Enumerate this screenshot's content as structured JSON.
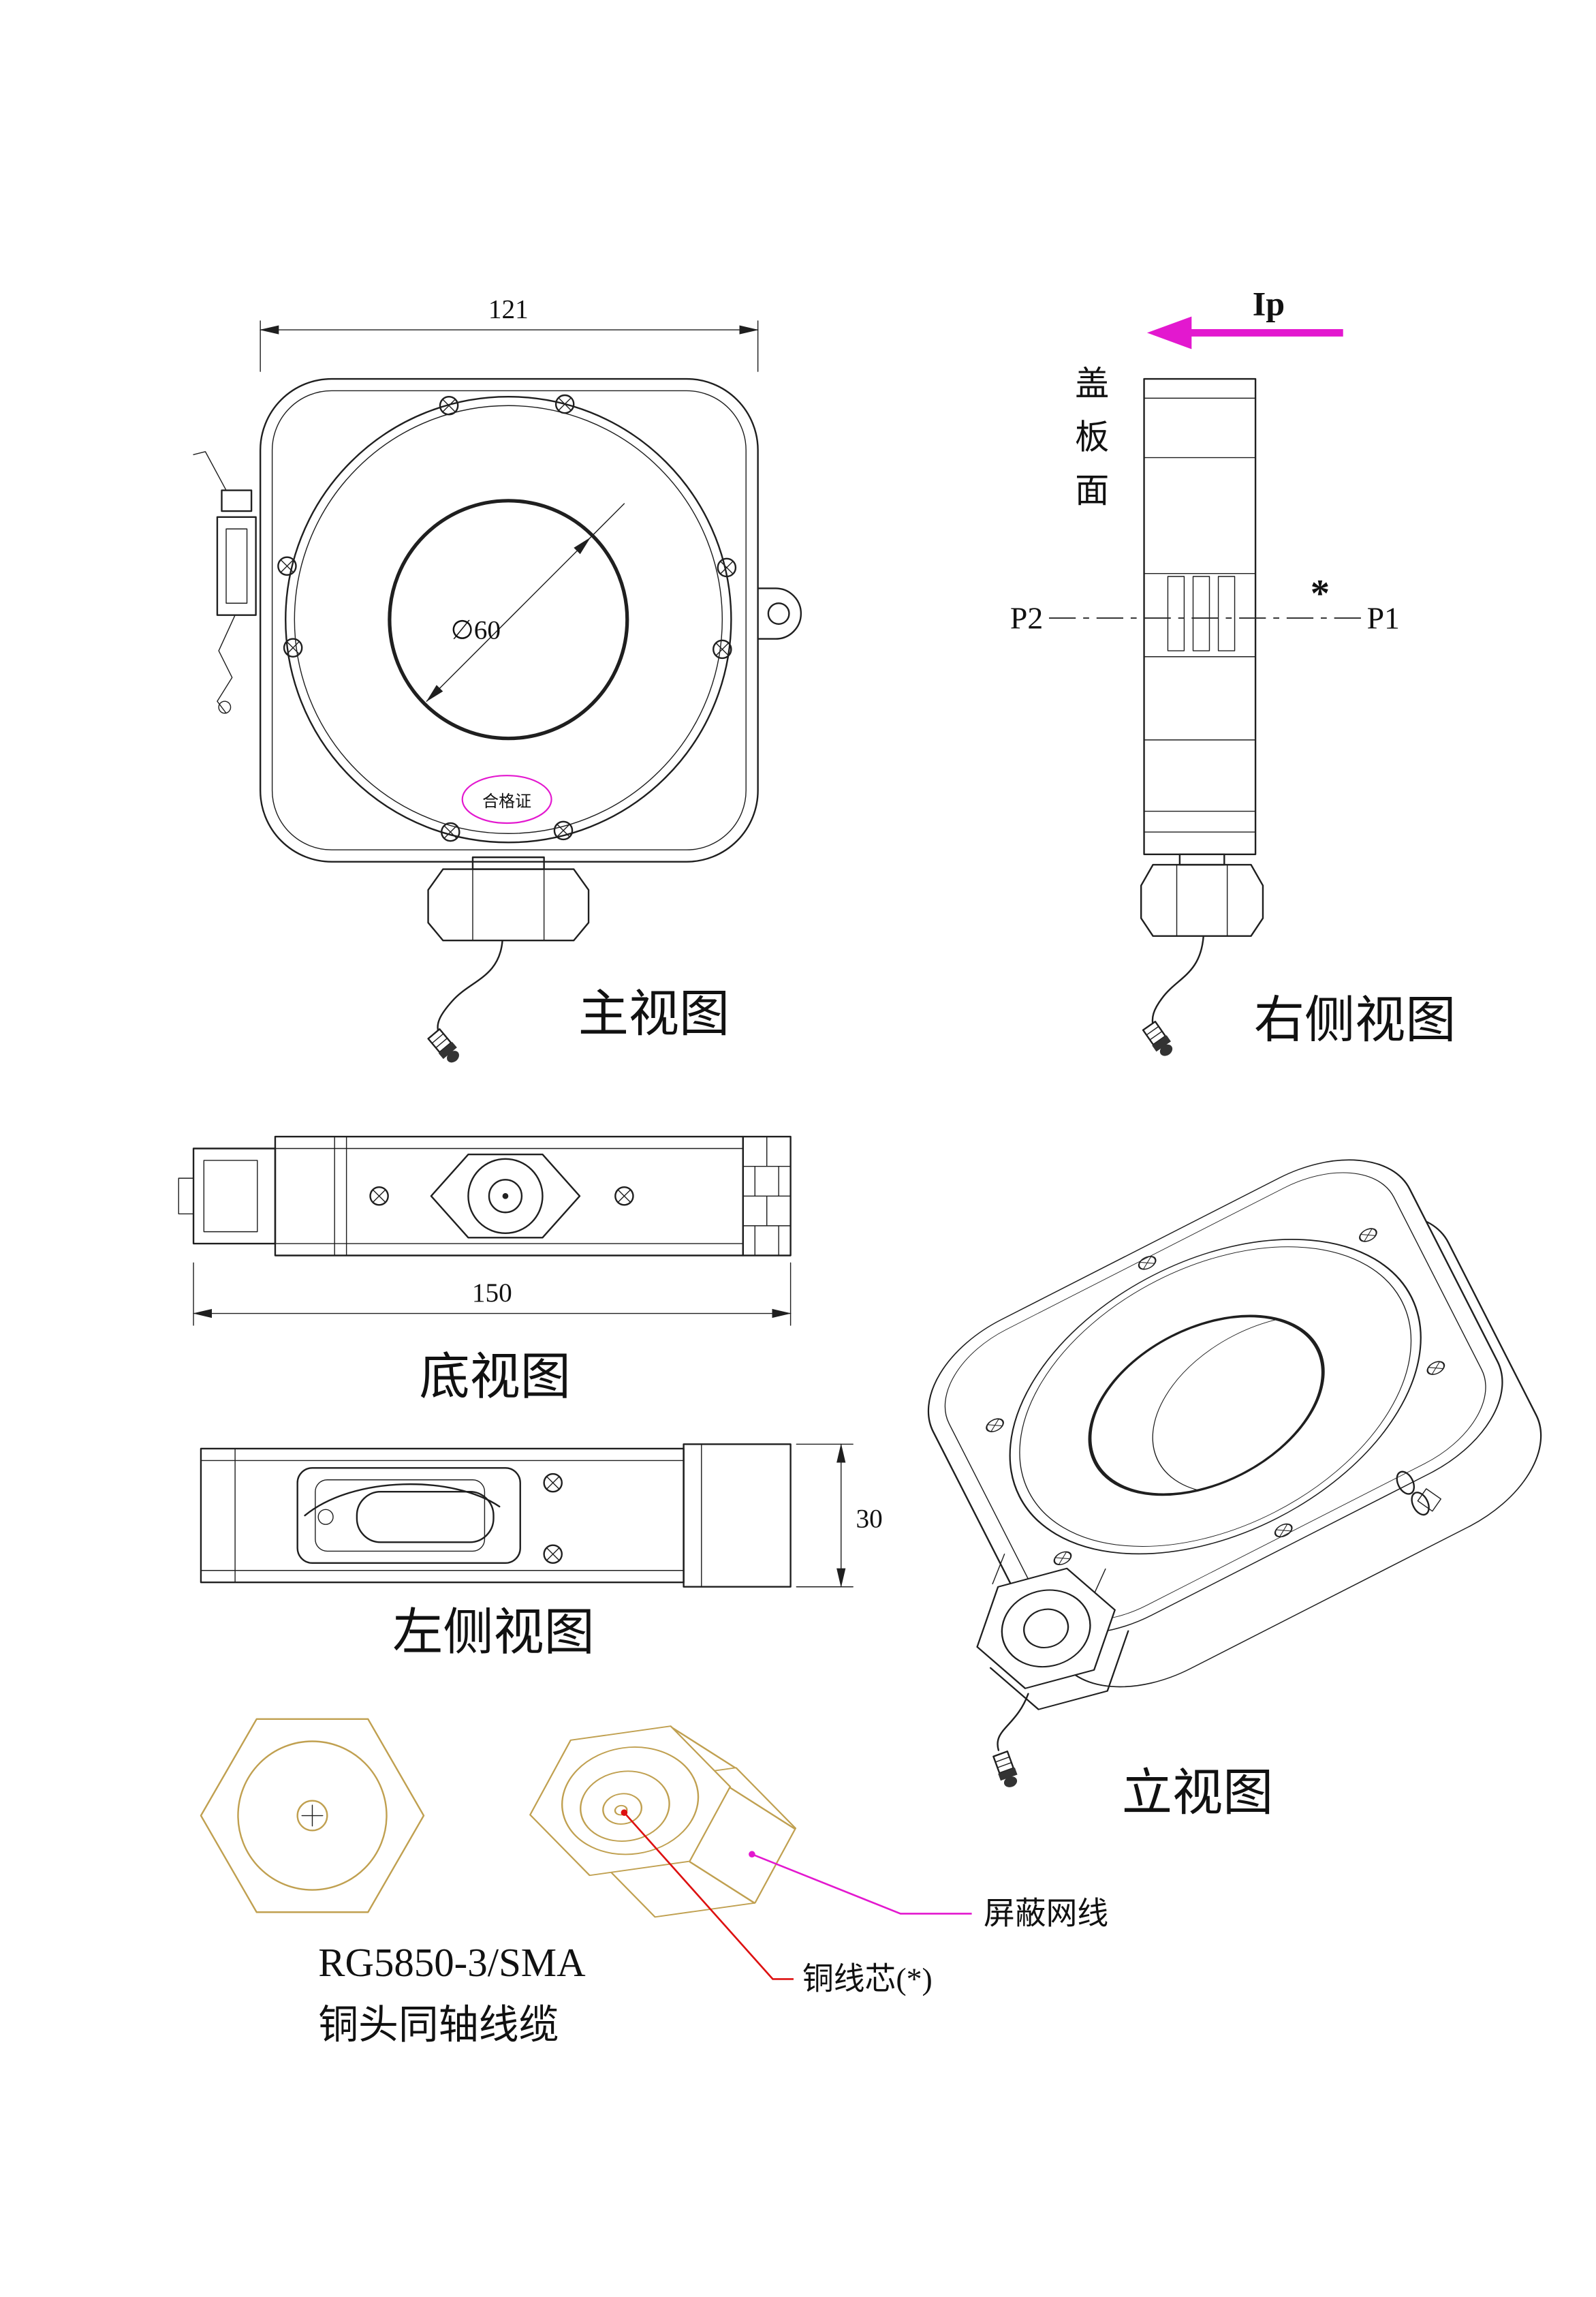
{
  "colors": {
    "magenta": "#e318cf",
    "red": "#dd1111",
    "gold": "#c0a050",
    "line": "#1f1f1f"
  },
  "views": {
    "front": {
      "label": "主视图",
      "dim_width": "121",
      "dim_bore": "∅60",
      "cert": "合格证"
    },
    "right": {
      "label": "右侧视图",
      "ip": "Ip",
      "cover_chars": [
        "盖",
        "板",
        "面"
      ],
      "p2": "P2",
      "p1": "P1",
      "star": "*"
    },
    "bottom": {
      "label": "底视图",
      "dim_length": "150"
    },
    "left": {
      "label": "左侧视图",
      "dim_height": "30"
    },
    "iso": {
      "label": "立视图"
    }
  },
  "connector": {
    "model": "RG5850-3/SMA",
    "cable_name": "铜头同轴线缆",
    "shield": "屏蔽网线",
    "core": "铜线芯(*)"
  }
}
